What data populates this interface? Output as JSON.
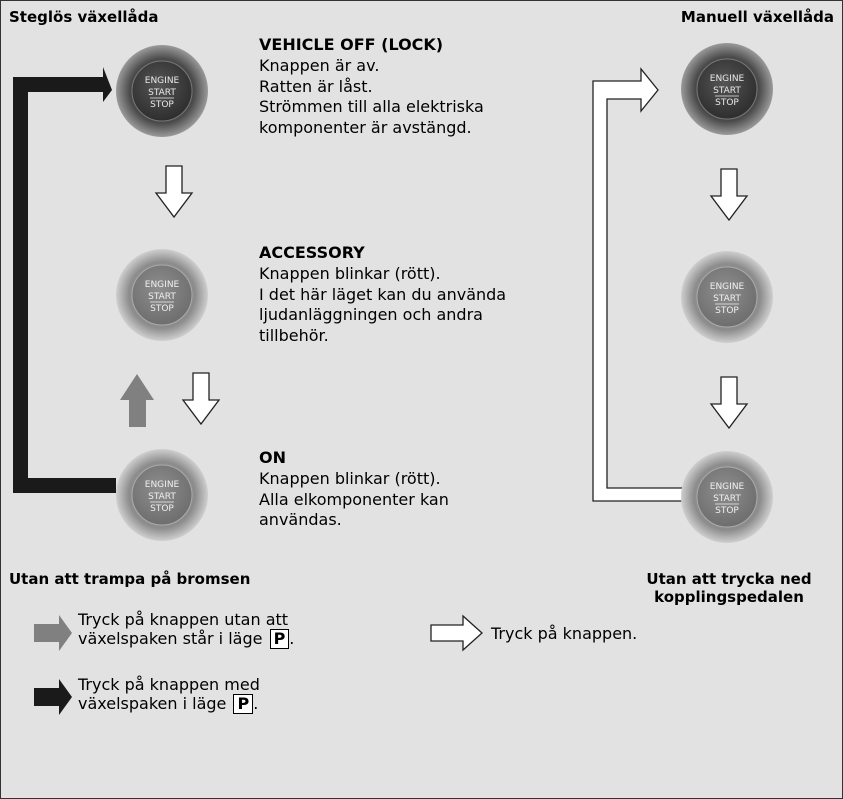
{
  "headers": {
    "left": "Steglös växellåda",
    "right": "Manuell växellåda"
  },
  "button_label": {
    "engine": "ENGINE",
    "start": "START",
    "stop": "STOP"
  },
  "states": [
    {
      "title": "VEHICLE OFF (LOCK)",
      "lines": [
        "Knappen är av.",
        "Ratten är låst.",
        "Strömmen till alla elektriska",
        "komponenter är avstängd."
      ]
    },
    {
      "title": "ACCESSORY",
      "lines": [
        "Knappen blinkar (rött).",
        "I det här läget kan du använda",
        "ljudanläggningen och andra",
        "tillbehör."
      ]
    },
    {
      "title": "ON",
      "lines": [
        "Knappen blinkar (rött).",
        "Alla elkomponenter kan",
        "användas."
      ]
    }
  ],
  "captions": {
    "left": "Utan att trampa på bromsen",
    "right_line1": "Utan att trycka ned",
    "right_line2": "kopplingspedalen"
  },
  "legend": {
    "gray_line1": "Tryck på knappen utan att",
    "gray_line2": "växelspaken står i läge",
    "black_line1": "Tryck på knappen med",
    "black_line2": "växelspaken i läge",
    "gear": "P",
    "white": "Tryck på knappen."
  },
  "colors": {
    "background": "#e2e2e2",
    "gray_arrow": "#808080",
    "black_arrow": "#1a1a1a",
    "white_arrow": "#ffffff"
  }
}
